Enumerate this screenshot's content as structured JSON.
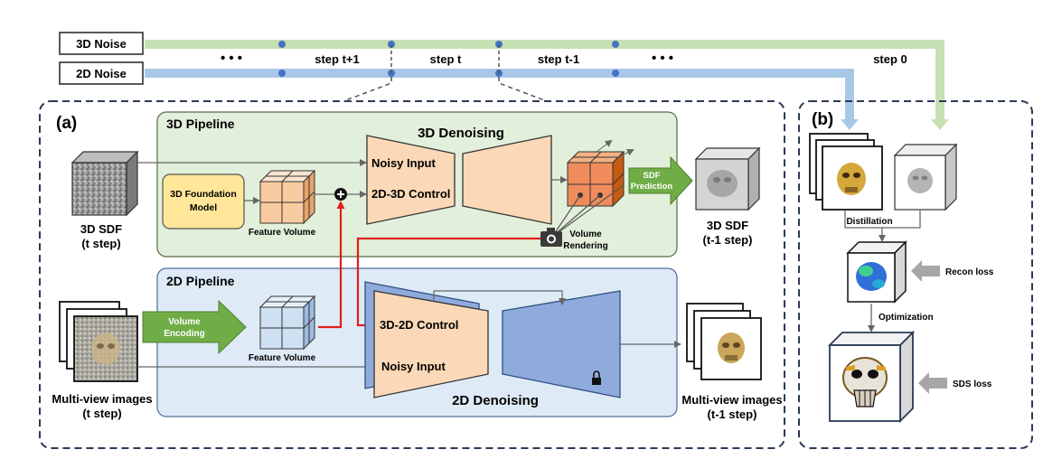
{
  "timeline": {
    "noise_3d": "3D Noise",
    "noise_2d": "2D Noise",
    "dots_left": "• • •",
    "dots_right": "• • •",
    "step_t_plus_1": "step t+1",
    "step_t": "step t",
    "step_t_minus_1": "step t-1",
    "step_0": "step 0",
    "color_3d": "#c6e0b4",
    "color_2d": "#a9c8e8",
    "color_node": "#4472c4"
  },
  "panel_a": {
    "label": "(a)",
    "pipeline_3d": {
      "title": "3D Pipeline",
      "denoising": "3D Denoising",
      "noisy_input": "Noisy Input",
      "control": "2D-3D Control",
      "foundation_line1": "3D Foundation",
      "foundation_line2": "Model",
      "feature_volume": "Feature Volume",
      "sdf_pred_line1": "SDF",
      "sdf_pred_line2": "Prediction",
      "volume_rendering_line1": "Volume",
      "volume_rendering_line2": "Rendering",
      "input_line1": "3D SDF",
      "input_line2": "(t step)",
      "output_line1": "3D SDF",
      "output_line2": "(t-1 step)",
      "bg_color": "#e2efda"
    },
    "pipeline_2d": {
      "title": "2D Pipeline",
      "denoising": "2D Denoising",
      "noisy_input": "Noisy Input",
      "control": "3D-2D Control",
      "vol_enc_line1": "Volume",
      "vol_enc_line2": "Encoding",
      "feature_volume": "Feature Volume",
      "input_line1": "Multi-view images",
      "input_line2": "(t step)",
      "output_line1": "Multi-view images",
      "output_line2": "(t-1 step)",
      "bg_color": "#deebf7"
    }
  },
  "panel_b": {
    "label": "(b)",
    "distillation": "Distillation",
    "recon_loss": "Recon loss",
    "optimization": "Optimization",
    "sds_loss": "SDS loss"
  }
}
